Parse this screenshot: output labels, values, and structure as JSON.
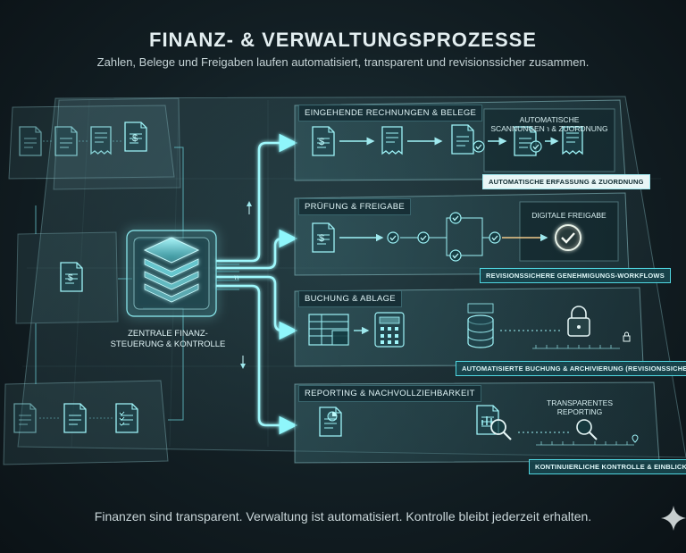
{
  "title": "FINANZ- & VERWALTUNGSPROZESSE",
  "subtitle": "Zahlen, Belege und Freigaben laufen automatisiert, transparent und revisionssicher zusammen.",
  "footer": "Finanzen sind transparent. Verwaltung ist automatisiert. Kontrolle bleibt jederzeit erhalten.",
  "hub": {
    "label_line1": "ZENTRALE FINANZ-",
    "label_line2": "STEUERUNG & KONTROLLE"
  },
  "lanes": [
    {
      "title": "EINGEHENDE RECHNUNGEN & BELEGE",
      "note_line1": "AUTOMATISCHE",
      "note_line2": "SCANNUNGEN ℩ & ZUORDNUNG",
      "badge": "AUTOMATISCHE ERFASSUNG & ZUORDNUNG"
    },
    {
      "title": "PRÜFUNG & FREIGABE",
      "note_line1": "DIGITALE FREIGABE",
      "badge": "REVISIONSSICHERE GENEHMIGUNGS-WORKFLOWS"
    },
    {
      "title": "BUCHUNG & ABLAGE",
      "badge": "AUTOMATISIERTE BUCHUNG & ARCHIVIERUNG (REVISIONSSICHER)"
    },
    {
      "title": "REPORTING & NACHVOLLZIEHBARKEIT",
      "note_line1": "TRANSPARENTES",
      "note_line2": "REPORTING",
      "badge": "KONTINUIERLICHE KONTROLLE & EINBLICKE"
    }
  ],
  "connector_label": "℩℩",
  "icons": {
    "document": "document-icon",
    "invoice": "receipt-icon",
    "check": "check-icon",
    "calculator": "calculator-icon",
    "spreadsheet": "spreadsheet-icon",
    "database": "database-icon",
    "lock": "lock-icon",
    "search": "magnifier-icon",
    "sparkle": "sparkle-icon"
  },
  "colors": {
    "accent": "#4fe0ea",
    "glow": "#7ff3f8",
    "panel": "#1a3a40",
    "background": "#121e23"
  }
}
